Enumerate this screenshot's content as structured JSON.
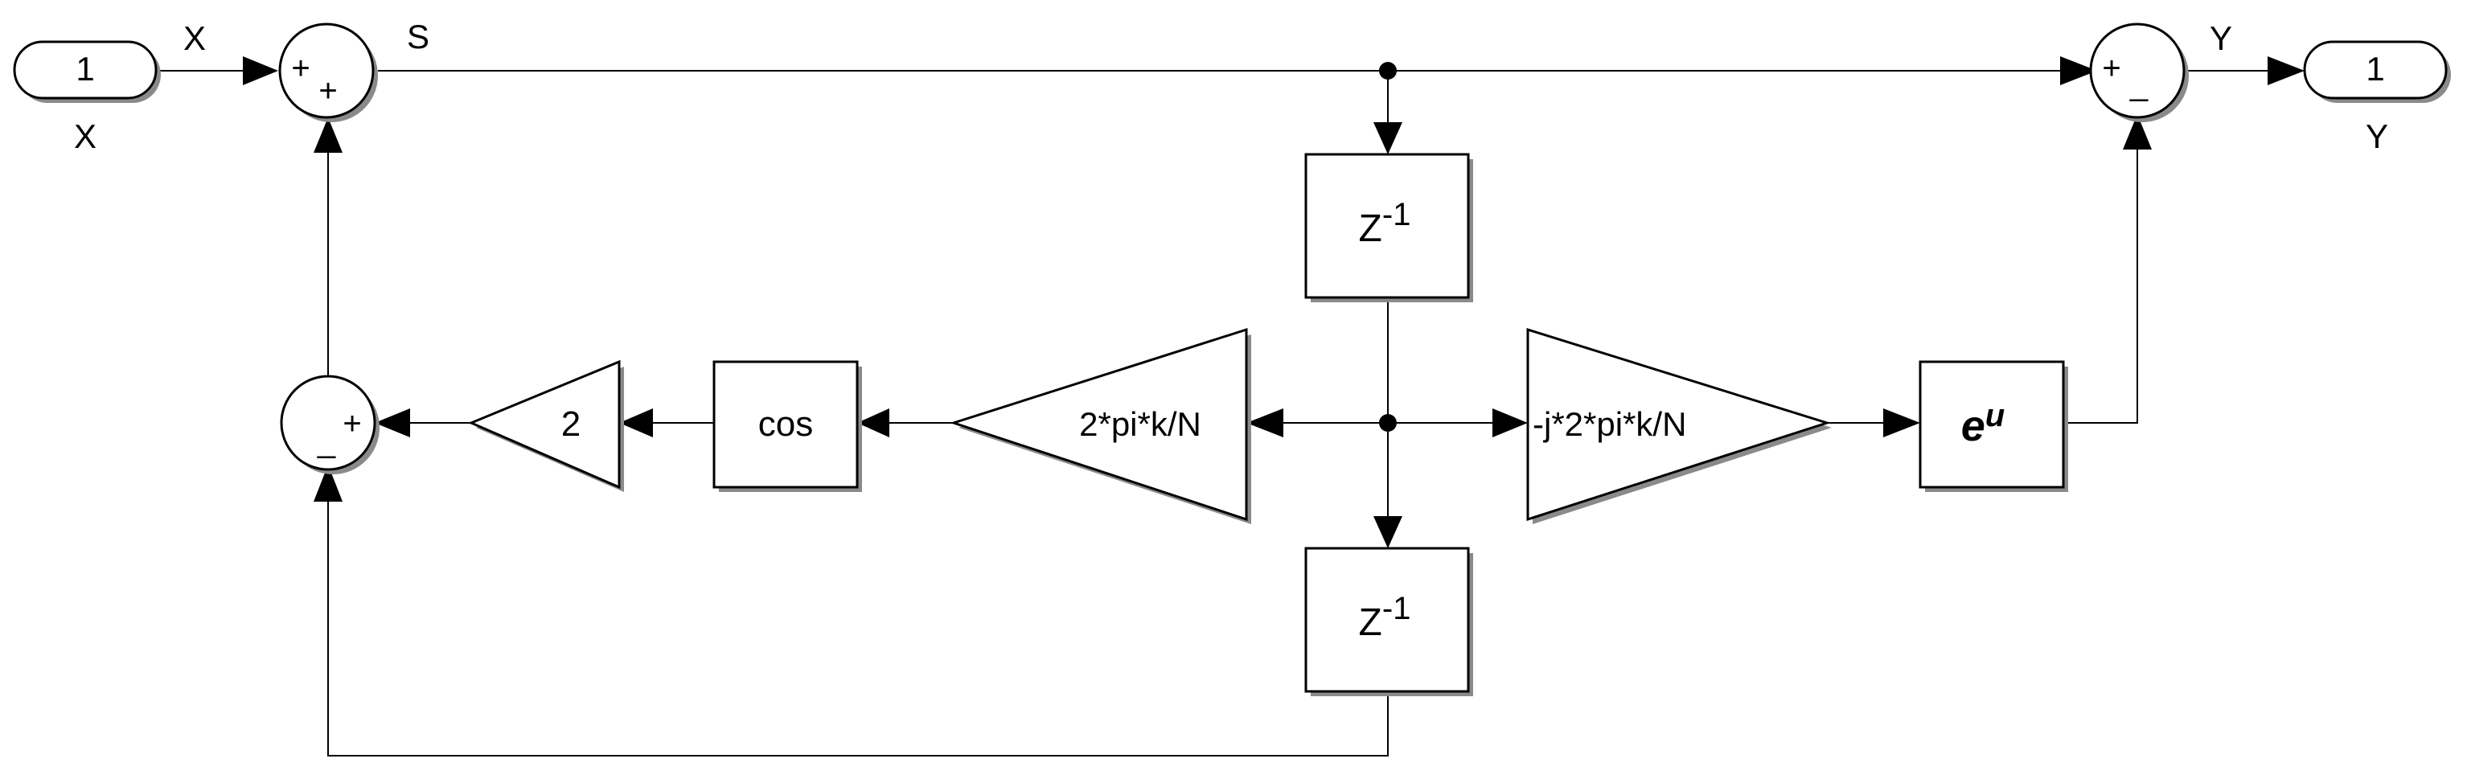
{
  "inport": {
    "number": "1",
    "name": "X"
  },
  "outport": {
    "number": "1",
    "name": "Y"
  },
  "signals": {
    "x": "X",
    "s": "S",
    "y": "Y"
  },
  "sum_top": {
    "sign_top": "+",
    "sign_bottom": "+"
  },
  "sum_out": {
    "sign_left": "+",
    "sign_bottom": "_"
  },
  "sum_fb": {
    "sign_left": "_",
    "sign_right": "+"
  },
  "delay": {
    "base": "Z",
    "exponent": "-1"
  },
  "gain_2": "2",
  "cos_block": "cos",
  "gain_coef": "2*pi*k/N",
  "gain_complex": "-j*2*pi*k/N",
  "exp_block": {
    "base": "e",
    "exponent": "u"
  }
}
